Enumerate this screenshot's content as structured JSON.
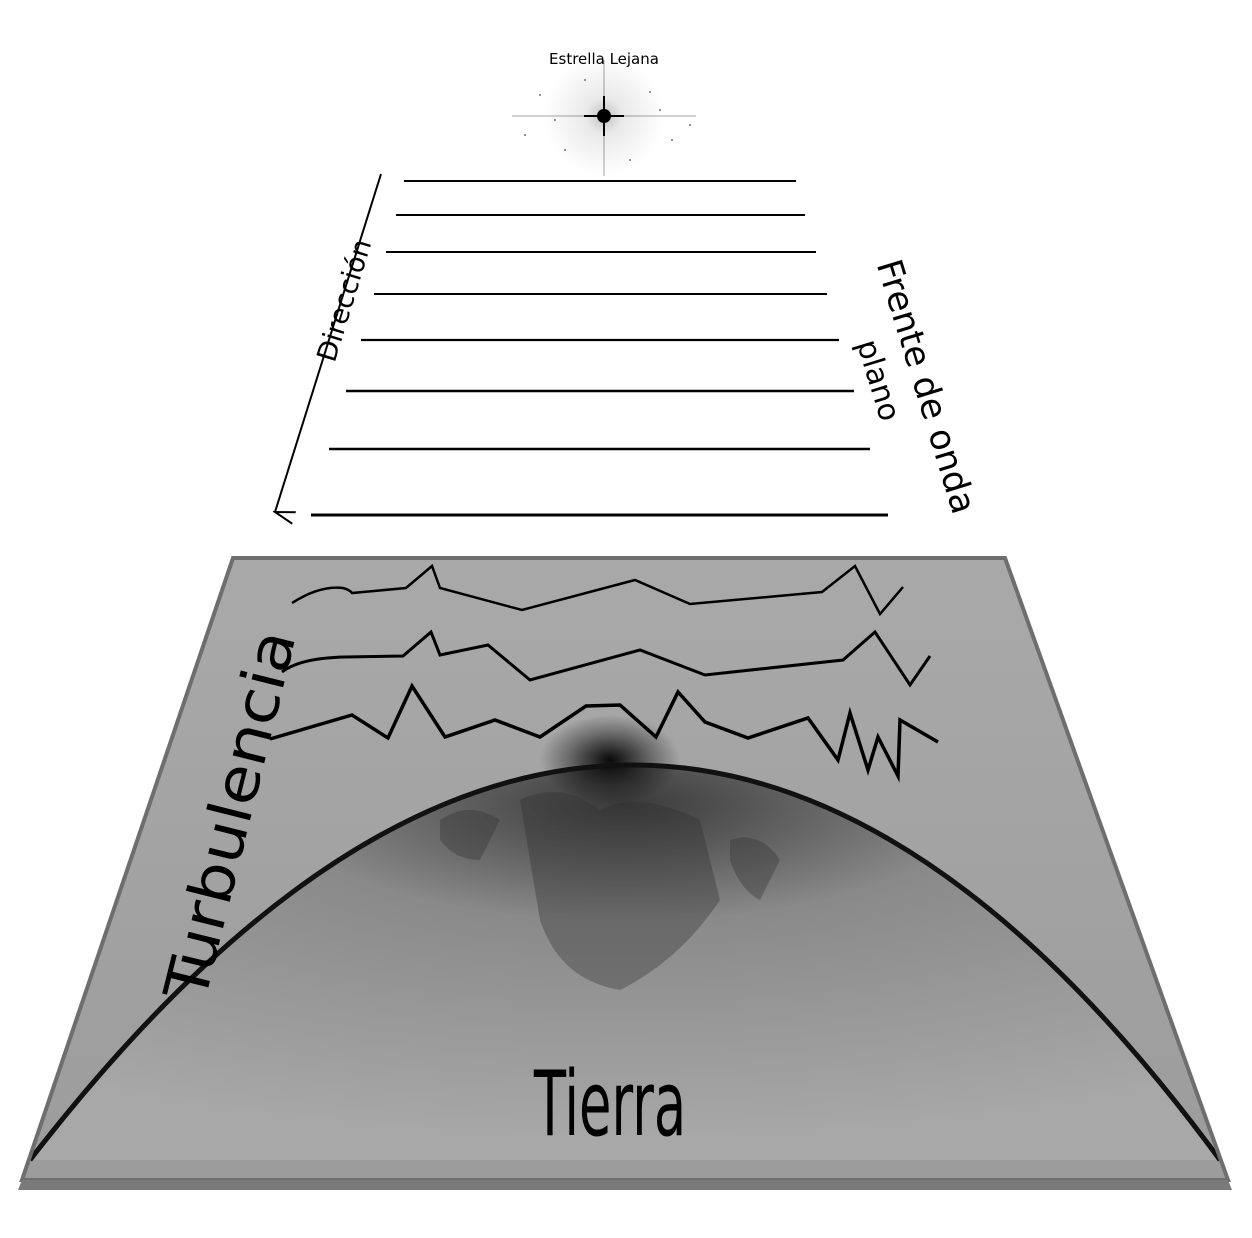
{
  "labels": {
    "star": "Estrella Lejana",
    "direction": "Dirección",
    "wavefront_line1": "Frente de onda",
    "wavefront_line2": "plano",
    "turbulence": "Turbulencia",
    "earth": "Tierra"
  },
  "colors": {
    "ink": "#000000",
    "panel": "#a6a6a6",
    "panel_edge": "#6e6e6e"
  }
}
